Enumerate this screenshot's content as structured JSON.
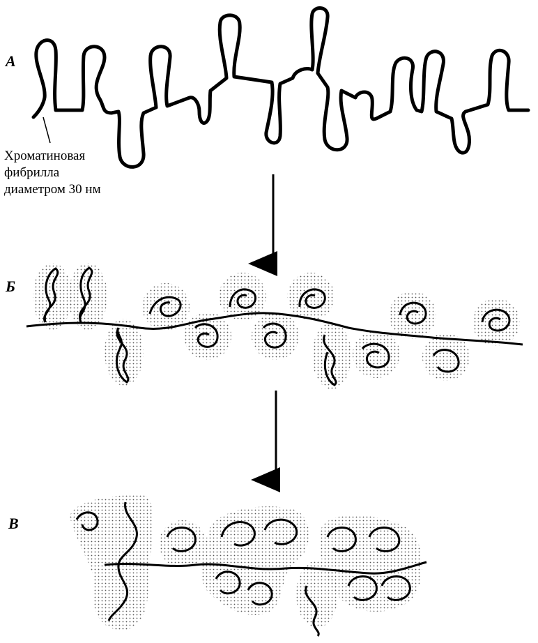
{
  "labels": {
    "panel_a": "А",
    "panel_b": "Б",
    "panel_c": "В"
  },
  "caption": {
    "line1": "Хроматиновая",
    "line2": "фибрилла",
    "line3": "диаметром 30 нм"
  },
  "colors": {
    "ink": "#000000",
    "halo": "#6b6b6b",
    "paper": "#ffffff"
  }
}
